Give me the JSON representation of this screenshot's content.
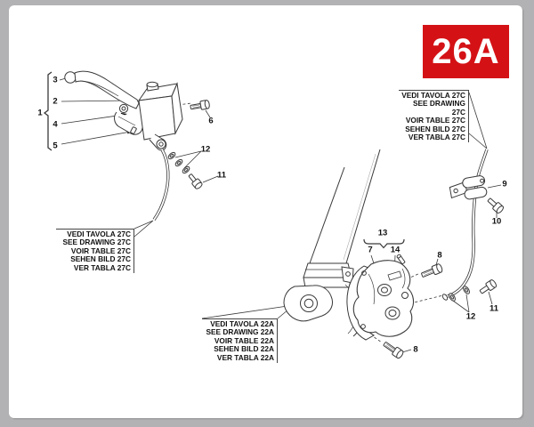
{
  "badge": {
    "label": "26A",
    "color": "#d41216"
  },
  "frame": {
    "background": "#b2b2b4",
    "page_color": "#ffffff",
    "line_color": "#3a3a3a"
  },
  "callouts": {
    "hose_upper_ref": {
      "lines": [
        "VEDI TAVOLA 27C",
        "SEE DRAWING 27C",
        "VOIR TABLE 27C",
        "SEHEN BILD 27C",
        "VER TABLA 27C"
      ]
    },
    "hose_right_ref": {
      "lines": [
        "VEDI TAVOLA 27C",
        "SEE DRAWING 27C",
        "VOIR TABLE 27C",
        "SEHEN BILD 27C",
        "VER TABLA 27C"
      ]
    },
    "fork_ref": {
      "lines": [
        "VEDI TAVOLA 22A",
        "SEE DRAWING 22A",
        "VOIR TABLE 22A",
        "SEHEN BILD 22A",
        "VER TABLA 22A"
      ]
    }
  },
  "part_numbers": [
    "1",
    "2",
    "3",
    "4",
    "5",
    "6",
    "7",
    "8",
    "9",
    "10",
    "11",
    "12",
    "13",
    "14"
  ]
}
